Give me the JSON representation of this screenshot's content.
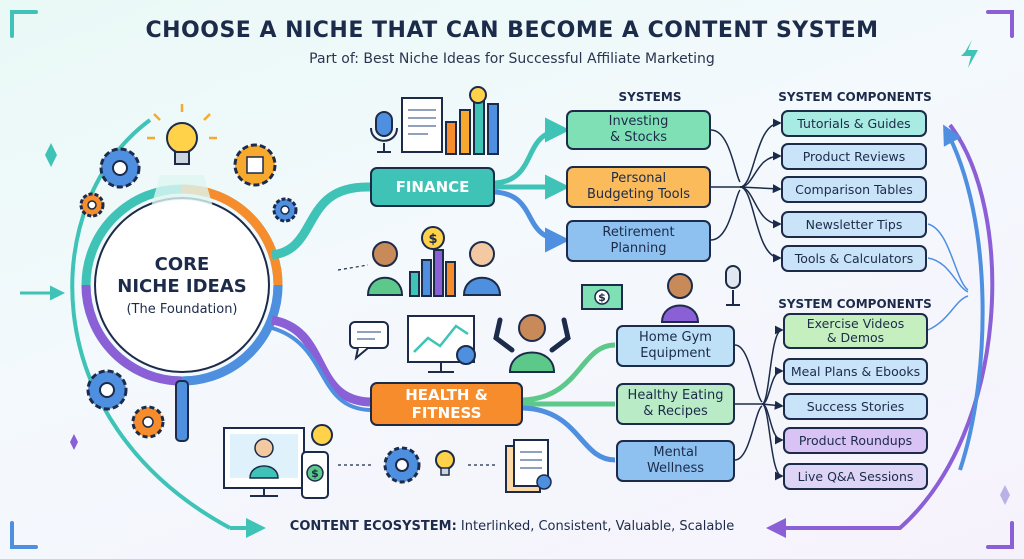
{
  "title": "CHOOSE A NICHE THAT CAN BECOME A CONTENT SYSTEM",
  "subtitle": "Part of: Best Niche Ideas for Successful Affiliate Marketing",
  "center": {
    "line1": "CORE",
    "line2": "NICHE IDEAS",
    "line3": "(The Foundation)"
  },
  "headers": {
    "systems": "SYSTEMS",
    "components_top": "SYSTEM COMPONENTS",
    "components_bottom": "SYSTEM COMPONENTS"
  },
  "categories": {
    "finance": "FINANCE",
    "health_line1": "HEALTH &",
    "health_line2": "FITNESS"
  },
  "finance_systems": [
    {
      "line1": "Investing",
      "line2": "& Stocks"
    },
    {
      "line1": "Personal",
      "line2": "Budgeting Tools"
    },
    {
      "line1": "Retirement",
      "line2": "Planning"
    }
  ],
  "health_systems": [
    {
      "line1": "Home Gym",
      "line2": "Equipment"
    },
    {
      "line1": "Healthy Eating",
      "line2": "& Recipes"
    },
    {
      "line1": "Mental",
      "line2": "Wellness"
    }
  ],
  "finance_components": [
    "Tutorials & Guides",
    "Product Reviews",
    "Comparison Tables",
    "Newsletter Tips",
    "Tools & Calculators"
  ],
  "health_components": [
    {
      "line1": "Exercise Videos",
      "line2": "& Demos"
    },
    {
      "line1": "Meal Plans & Ebooks",
      "line2": ""
    },
    {
      "line1": "Success Stories",
      "line2": ""
    },
    {
      "line1": "Product Roundups",
      "line2": ""
    },
    {
      "line1": "Live Q&A Sessions",
      "line2": ""
    }
  ],
  "footer": {
    "label": "CONTENT ECOSYSTEM:",
    "text": "Interlinked, Consistent, Valuable, Scalable"
  },
  "icons": {
    "dollar_coin": "$",
    "dollar_bill": "$",
    "phone_dollar": "$"
  },
  "colors": {
    "navy": "#1c2b4a",
    "teal": "#3ec3b6",
    "orange": "#f78c2d",
    "blue": "#4f8fe0",
    "purple": "#8b5fd6",
    "green": "#5cc98a"
  }
}
